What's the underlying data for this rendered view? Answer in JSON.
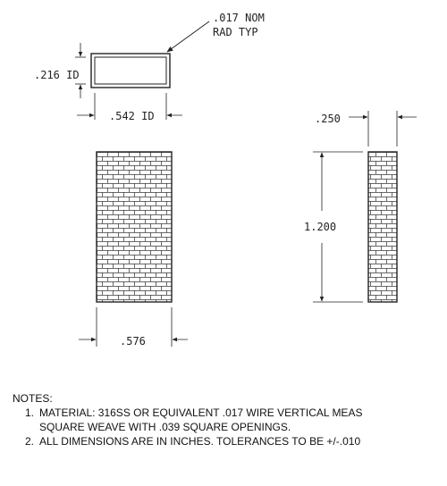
{
  "drawing": {
    "callouts": {
      "nom_line1": ".017 NOM",
      "nom_line2": "RAD TYP"
    },
    "dimensions": {
      "id_height": ".216 ID",
      "id_width": ".542 ID",
      "width": ".576",
      "thickness": ".250",
      "height": "1.200"
    }
  },
  "notes": {
    "heading": "NOTES:",
    "items": [
      {
        "number": "1.",
        "line1": "MATERIAL: 316SS OR EQUIVALENT .017 WIRE VERTICAL MEAS",
        "line2": "SQUARE WEAVE WITH .039 SQUARE OPENINGS."
      },
      {
        "number": "2.",
        "line1": "ALL DIMENSIONS ARE IN INCHES.  TOLERANCES TO BE +/-.010",
        "line2": ""
      }
    ]
  }
}
